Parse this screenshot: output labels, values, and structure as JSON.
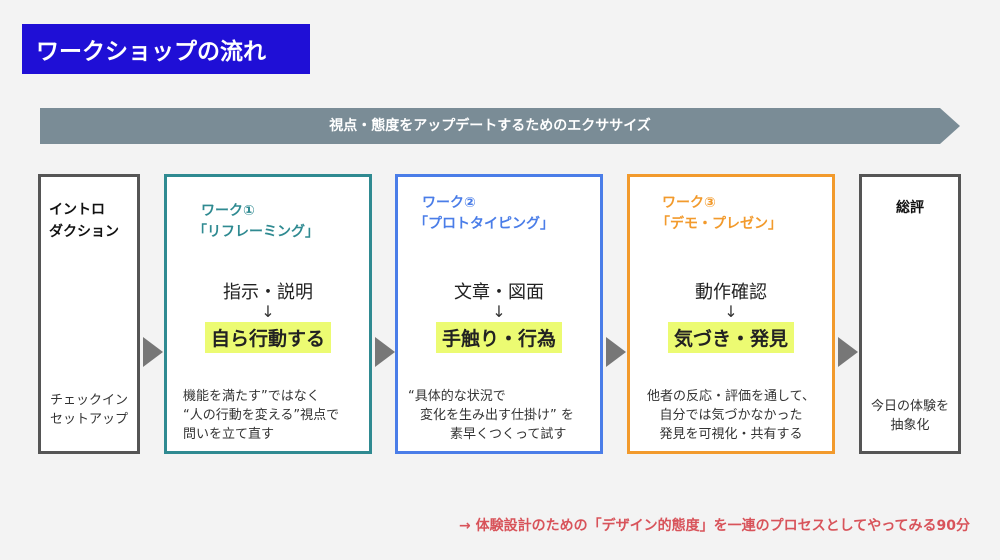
{
  "title": "ワークショップの流れ",
  "banner": "視点・態度をアップデートするためのエクササイズ",
  "intro": {
    "heading_line1": "イントロ",
    "heading_line2": "ダクション",
    "desc_line1": "チェックイン",
    "desc_line2": "セットアップ"
  },
  "work1": {
    "label": "ワーク①",
    "name": "「リフレーミング」",
    "from": "指示・説明",
    "arrow": "↓",
    "to": "自ら行動する",
    "desc_line1": "機能を満たす”ではなく",
    "desc_line2": "“人の行動を変える”視点で",
    "desc_line3": "問いを立て直す"
  },
  "work2": {
    "label": "ワーク②",
    "name": "「プロトタイピング」",
    "from": "文章・図面",
    "arrow": "↓",
    "to": "手触り・行為",
    "desc_line1": "“具体的な状況で",
    "desc_line2": "変化を生み出す仕掛け” を",
    "desc_line3": "素早くつくって試す"
  },
  "work3": {
    "label": "ワーク③",
    "name": "「デモ・プレゼン」",
    "from": "動作確認",
    "arrow": "↓",
    "to": "気づき・発見",
    "desc_line1": "他者の反応・評価を通して、",
    "desc_line2": "自分では気づかなかった",
    "desc_line3": "発見を可視化・共有する"
  },
  "summary": {
    "heading": "総評",
    "desc_line1": "今日の体験を",
    "desc_line2": "抽象化"
  },
  "footer": "→ 体験設計のための「デザイン的態度」を一連のプロセスとしてやってみる90分",
  "colors": {
    "title_bg": "#1f0fd6",
    "banner": "#7a8c96",
    "teal": "#2f8a91",
    "blue": "#4a7de8",
    "orange": "#f29a2c",
    "highlight": "#ecfb72",
    "footer": "#d8535a"
  }
}
